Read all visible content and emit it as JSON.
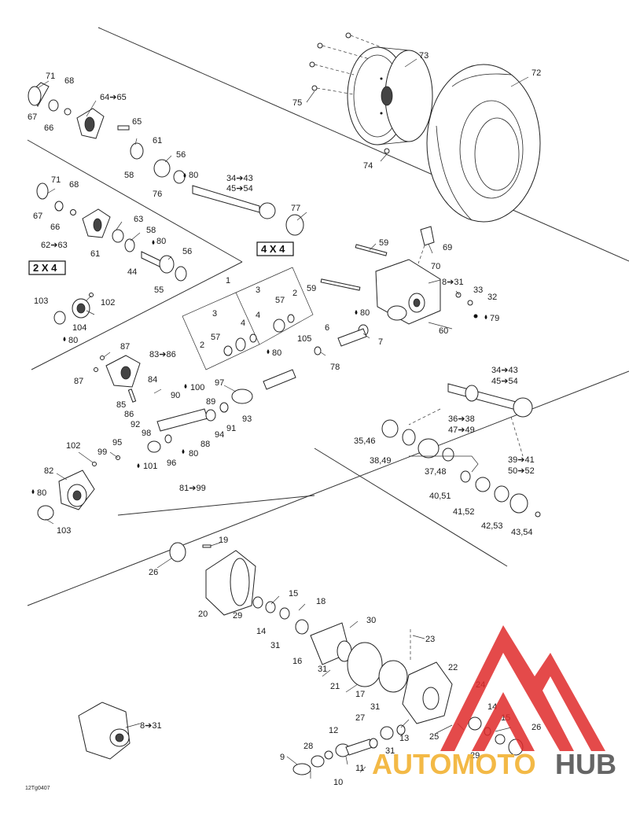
{
  "diagram": {
    "drawing_code": "12Tg0407",
    "box_labels": {
      "two_wd": "2 X 4",
      "four_wd": "4 X 4"
    },
    "watermark": {
      "part_a": "AUTOMOTO",
      "part_b": "HUB",
      "color_a": "#f2b233",
      "color_b": "#555555",
      "logo_color": "#e02b2b"
    },
    "labels": {
      "l71a": "71",
      "l68a": "68",
      "l67a": "67",
      "l66a": "66",
      "l6465a": "64➔65",
      "l65": "65",
      "l61a": "61",
      "l58a": "58",
      "l56a": "56",
      "l80a": "80",
      "l76": "76",
      "l3443a": "34➔43",
      "l4554a": "45➔54",
      "l77": "77",
      "l71b": "71",
      "l68b": "68",
      "l67b": "67",
      "l66b": "66",
      "l63": "63",
      "l6263": "62➔63",
      "l58b": "58",
      "l80b": "80",
      "l61b": "61",
      "l56b": "56",
      "l44": "44",
      "l55": "55",
      "l73": "73",
      "l72": "72",
      "l75": "75",
      "l74": "74",
      "l59a": "59",
      "l69": "69",
      "l70": "70",
      "l831a": "8➔31",
      "l59b": "59",
      "l33": "33",
      "l32": "32",
      "l79": "79",
      "l80c": "80",
      "l60": "60",
      "l6": "6",
      "l7": "7",
      "l105": "105",
      "l78": "78",
      "l1": "1",
      "l3a": "3",
      "l2a": "2",
      "l57a": "57",
      "l3b": "3",
      "l57b": "57",
      "l4a": "4",
      "l4b": "4",
      "l2b": "2",
      "l80d": "80",
      "l103a": "103",
      "l102a": "102",
      "l104": "104",
      "l80e": "80",
      "l87a": "87",
      "l8386": "83➔86",
      "l87b": "87",
      "l84": "84",
      "l85": "85",
      "l86": "86",
      "l90": "90",
      "l100": "100",
      "l97": "97",
      "l89": "89",
      "l93": "93",
      "l92": "92",
      "l98": "98",
      "l94": "94",
      "l91": "91",
      "l88": "88",
      "l80f": "80",
      "l102b": "102",
      "l99": "99",
      "l95": "95",
      "l82": "82",
      "l101": "101",
      "l96": "96",
      "l80g": "80",
      "l103b": "103",
      "l8199": "81➔99",
      "l3443b": "34➔43",
      "l4554b": "45➔54",
      "l3638": "36➔38",
      "l4749": "47➔49",
      "l3546": "35,46",
      "l3849": "38,49",
      "l3748": "37,48",
      "l3941": "39➔41",
      "l5052": "50➔52",
      "l4051": "40,51",
      "l4152": "41,52",
      "l4253": "42,53",
      "l4354": "43,54",
      "l19": "19",
      "l26a": "26",
      "l15a": "15",
      "l20": "20",
      "l29a": "29",
      "l18": "18",
      "l14a": "14",
      "l30": "30",
      "l23": "23",
      "l31a": "31",
      "l16": "16",
      "l31b": "31",
      "l22": "22",
      "l21": "21",
      "l17": "17",
      "l24": "24",
      "l31c": "31",
      "l27": "27",
      "l14b": "14",
      "l15b": "15",
      "l13": "13",
      "l26b": "26",
      "l25": "25",
      "l31d": "31",
      "l12": "12",
      "l28": "28",
      "l29b": "29",
      "l9": "9",
      "l11": "11",
      "l10": "10",
      "l831b": "8➔31"
    }
  }
}
